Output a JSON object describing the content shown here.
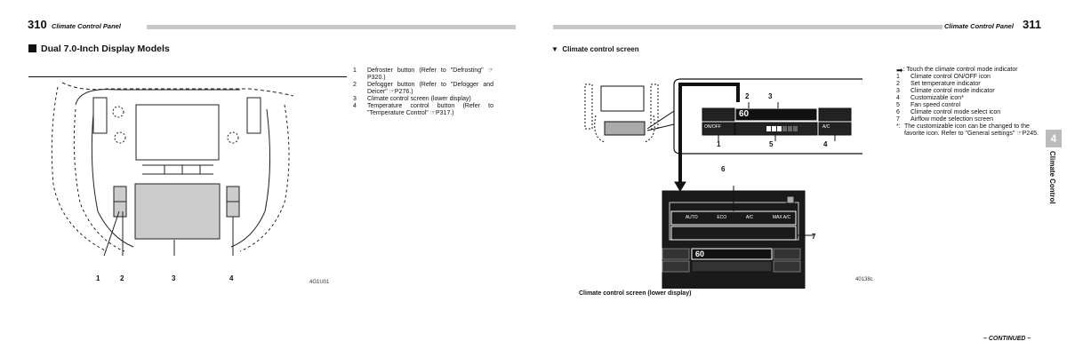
{
  "left_page": {
    "page_number": "310",
    "running_head": "Climate Control Panel",
    "section_title": "Dual 7.0-Inch Display Models",
    "items": [
      {
        "num": "1",
        "text": "Defroster button (Refer to \"Defrosting\" ☞P320.)"
      },
      {
        "num": "2",
        "text": "Defogger button (Refer to \"Defogger and Deicer\" ☞P276.)"
      },
      {
        "num": "3",
        "text": "Climate control screen (lower display)"
      },
      {
        "num": "4",
        "text": "Temperature control button (Refer to \"Temperature Control\" ☞P317.)"
      }
    ],
    "callouts": [
      "1",
      "2",
      "3",
      "4"
    ],
    "figure_code": "4G1U01"
  },
  "right_page": {
    "page_number": "311",
    "running_head": "Climate Control Panel",
    "subsection_title": "Climate control screen",
    "arrow_note": ": Touch the climate control mode indicator",
    "items": [
      {
        "num": "1",
        "text": "Climate control ON/OFF icon"
      },
      {
        "num": "2",
        "text": "Set temperature indicator"
      },
      {
        "num": "3",
        "text": "Climate control mode indicator"
      },
      {
        "num": "4",
        "text": "Customizable icon*"
      },
      {
        "num": "5",
        "text": "Fan speed control"
      },
      {
        "num": "6",
        "text": "Climate control mode select icon"
      },
      {
        "num": "7",
        "text": "Airflow mode selection screen"
      }
    ],
    "footnote_mark": "*:",
    "footnote": "The customizable icon can be changed to the favorite icon. Refer to \"General settings\" ☞P245.",
    "chapter_tab": "4",
    "chapter_title": "Climate Control",
    "callouts": [
      "1",
      "2",
      "3",
      "4",
      "5",
      "6",
      "7"
    ],
    "screen": {
      "temp": "60",
      "onoff": "ON/OFF",
      "ac": "A/C",
      "mode_buttons": [
        "AUTO",
        "ECO",
        "A/C",
        "MAX A/C"
      ]
    },
    "figure_code": "40138c",
    "caption": "Climate control screen (lower display)",
    "continued": "– CONTINUED –"
  }
}
